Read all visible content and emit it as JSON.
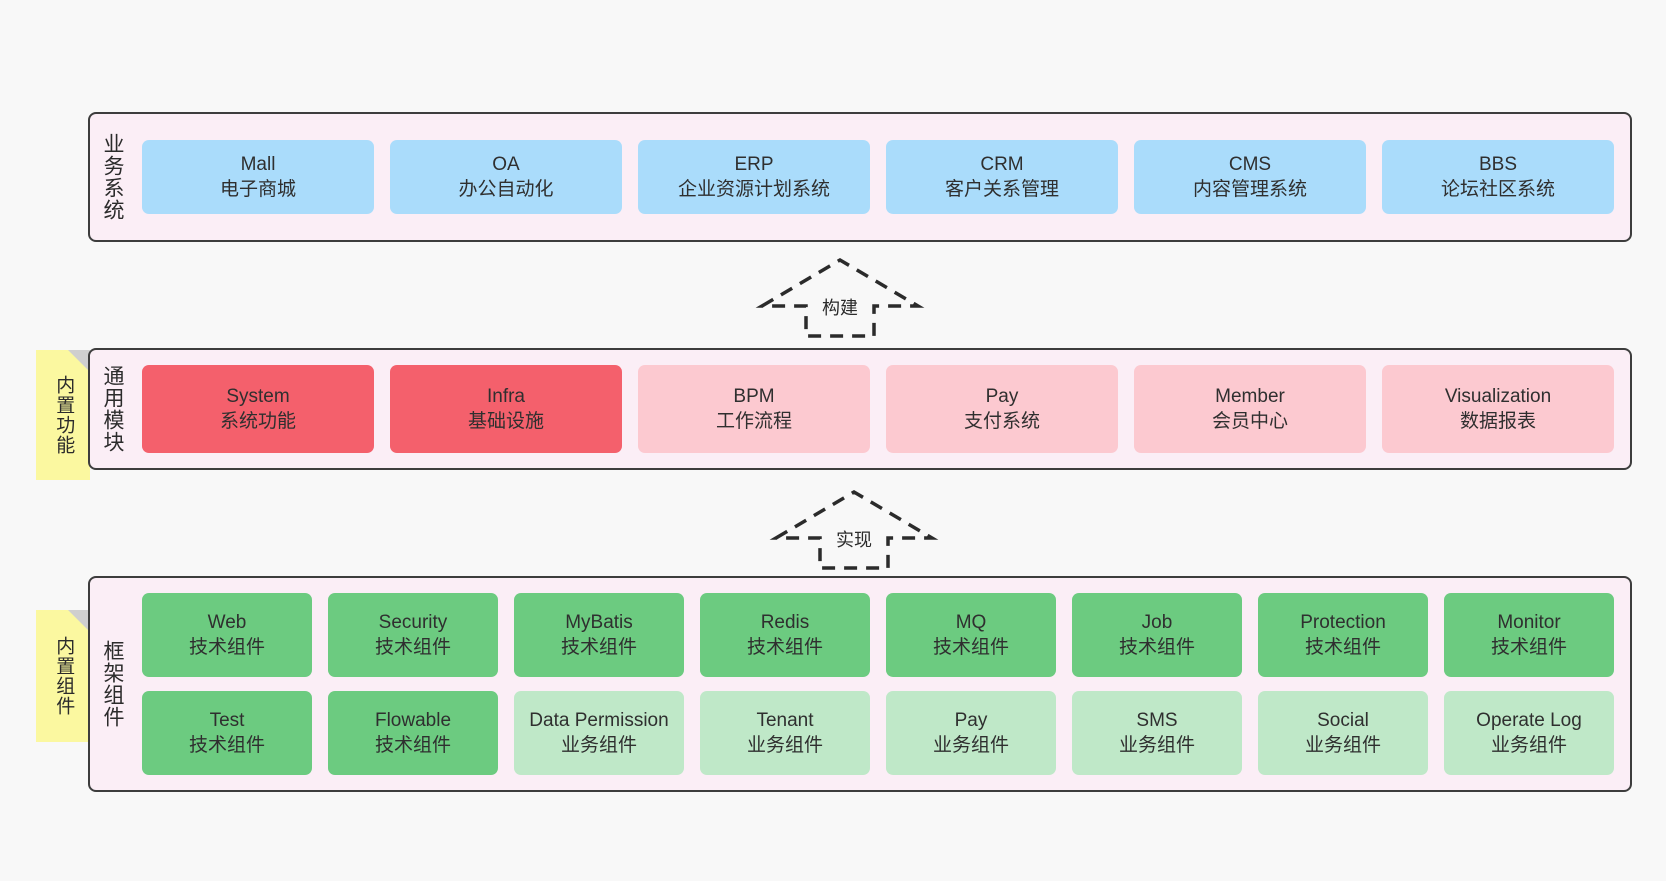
{
  "diagram": {
    "title": "",
    "colors": {
      "panel_bg": "#fbeef6",
      "panel_border": "#3d3d3d",
      "business_card": "#aadcfb",
      "module_primary": "#f4606c",
      "module_secondary": "#fcc9d0",
      "component_tech": "#6ccb80",
      "component_business": "#bfe8c8",
      "sticky": "#fbf8a0",
      "canvas": "#f8f8f8"
    }
  },
  "layers": {
    "business": {
      "label": "业务系统",
      "cards": [
        {
          "en": "Mall",
          "cn": "电子商城"
        },
        {
          "en": "OA",
          "cn": "办公自动化"
        },
        {
          "en": "ERP",
          "cn": "企业资源计划系统"
        },
        {
          "en": "CRM",
          "cn": "客户关系管理"
        },
        {
          "en": "CMS",
          "cn": "内容管理系统"
        },
        {
          "en": "BBS",
          "cn": "论坛社区系统"
        }
      ]
    },
    "common": {
      "label": "通用模块",
      "sticky": "内置功能",
      "cards": [
        {
          "en": "System",
          "cn": "系统功能",
          "variant": "primary"
        },
        {
          "en": "Infra",
          "cn": "基础设施",
          "variant": "primary"
        },
        {
          "en": "BPM",
          "cn": "工作流程",
          "variant": "secondary"
        },
        {
          "en": "Pay",
          "cn": "支付系统",
          "variant": "secondary"
        },
        {
          "en": "Member",
          "cn": "会员中心",
          "variant": "secondary"
        },
        {
          "en": "Visualization",
          "cn": "数据报表",
          "variant": "secondary"
        }
      ]
    },
    "framework": {
      "label": "框架组件",
      "sticky": "内置组件",
      "row_top": [
        {
          "en": "Web",
          "cn": "技术组件"
        },
        {
          "en": "Security",
          "cn": "技术组件"
        },
        {
          "en": "MyBatis",
          "cn": "技术组件"
        },
        {
          "en": "Redis",
          "cn": "技术组件"
        },
        {
          "en": "MQ",
          "cn": "技术组件"
        },
        {
          "en": "Job",
          "cn": "技术组件"
        },
        {
          "en": "Protection",
          "cn": "技术组件"
        },
        {
          "en": "Monitor",
          "cn": "技术组件"
        }
      ],
      "row_bottom": [
        {
          "en": "Test",
          "cn": "技术组件",
          "variant": "tech"
        },
        {
          "en": "Flowable",
          "cn": "技术组件",
          "variant": "tech"
        },
        {
          "en": "Data Permission",
          "cn": "业务组件",
          "variant": "business"
        },
        {
          "en": "Tenant",
          "cn": "业务组件",
          "variant": "business"
        },
        {
          "en": "Pay",
          "cn": "业务组件",
          "variant": "business"
        },
        {
          "en": "SMS",
          "cn": "业务组件",
          "variant": "business"
        },
        {
          "en": "Social",
          "cn": "业务组件",
          "variant": "business"
        },
        {
          "en": "Operate Log",
          "cn": "业务组件",
          "variant": "business"
        }
      ]
    }
  },
  "arrows": [
    {
      "id": "build",
      "label": "构建"
    },
    {
      "id": "implement",
      "label": "实现"
    }
  ]
}
